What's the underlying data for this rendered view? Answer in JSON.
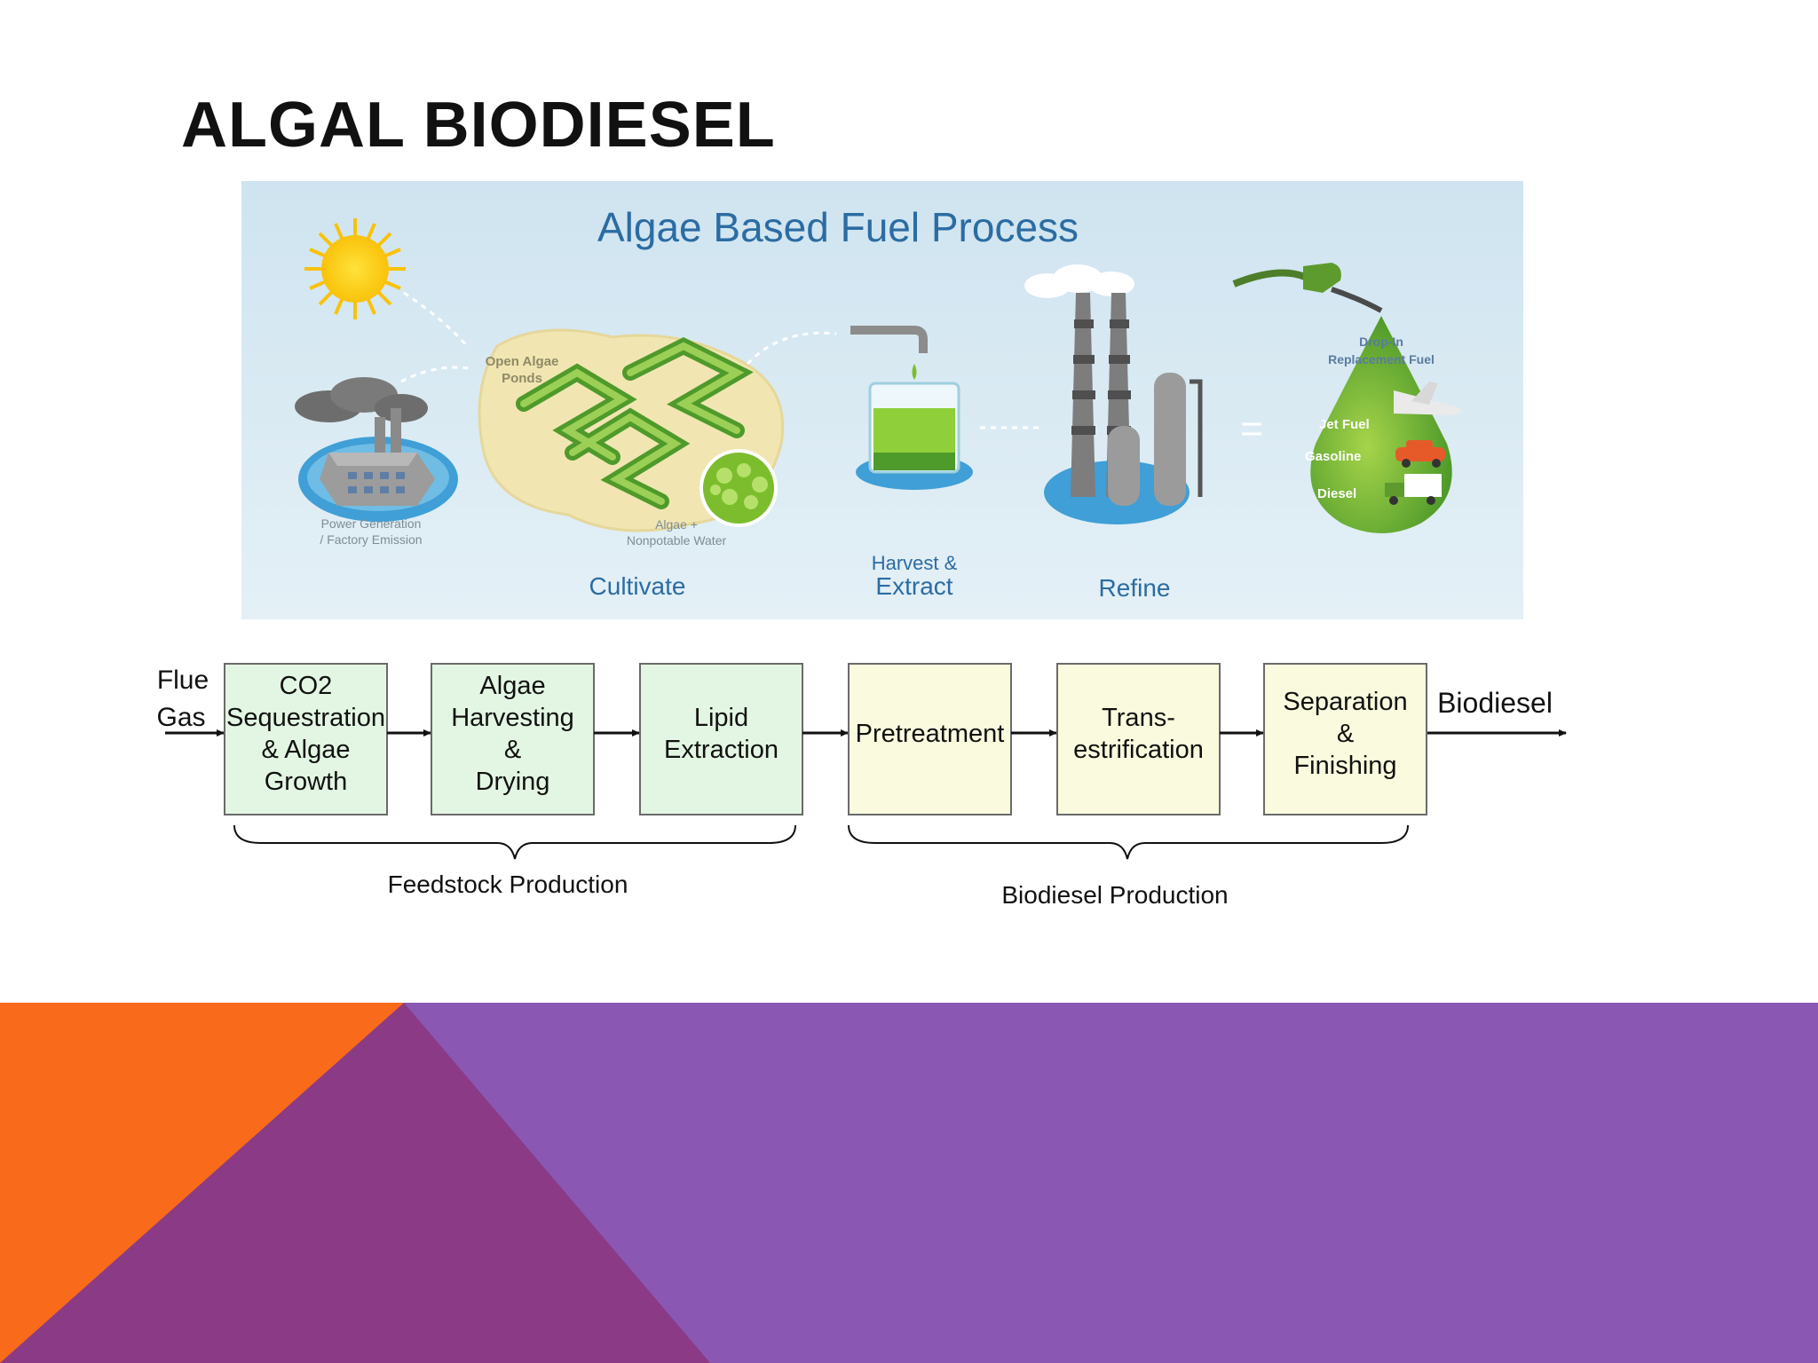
{
  "slide": {
    "title": "ALGAL BIODIESEL"
  },
  "infographic": {
    "title": "Algae Based Fuel Process",
    "labels": {
      "power_generation_line1": "Power Generation",
      "power_generation_line2": "/ Factory Emission",
      "open_ponds_line1": "Open Algae",
      "open_ponds_line2": "Ponds",
      "algae_water_line1": "Algae +",
      "algae_water_line2": "Nonpotable Water",
      "cultivate": "Cultivate",
      "harvest_line1": "Harvest &",
      "harvest_line2": "Extract",
      "refine": "Refine",
      "dropin_line1": "Drop-In",
      "dropin_line2": "Replacement Fuel",
      "jet_fuel": "Jet Fuel",
      "gasoline": "Gasoline",
      "diesel": "Diesel",
      "equals": "="
    }
  },
  "flow": {
    "input_line1": "Flue",
    "input_line2": "Gas",
    "output": "Biodiesel",
    "steps": [
      {
        "lines": [
          "CO2",
          "Sequestration",
          "& Algae",
          "Growth"
        ]
      },
      {
        "lines": [
          "Algae",
          "Harvesting",
          "&",
          "Drying"
        ]
      },
      {
        "lines": [
          "Lipid",
          "Extraction"
        ]
      },
      {
        "lines": [
          "Pretreatment"
        ]
      },
      {
        "lines": [
          "Trans-",
          "estrification"
        ]
      },
      {
        "lines": [
          "Separation",
          "&",
          "Finishing"
        ]
      }
    ],
    "groups": {
      "feedstock": "Feedstock Production",
      "biodiesel": "Biodiesel Production"
    }
  },
  "colors": {
    "orange": "#f96a1b",
    "plum": "#8b3a85",
    "purple": "#8a57b2",
    "feedstock_box": "#e3f6e3",
    "biodiesel_box": "#fafade",
    "infographic_bg": "#d4e8f2",
    "title_blue": "#2b6ca3"
  }
}
